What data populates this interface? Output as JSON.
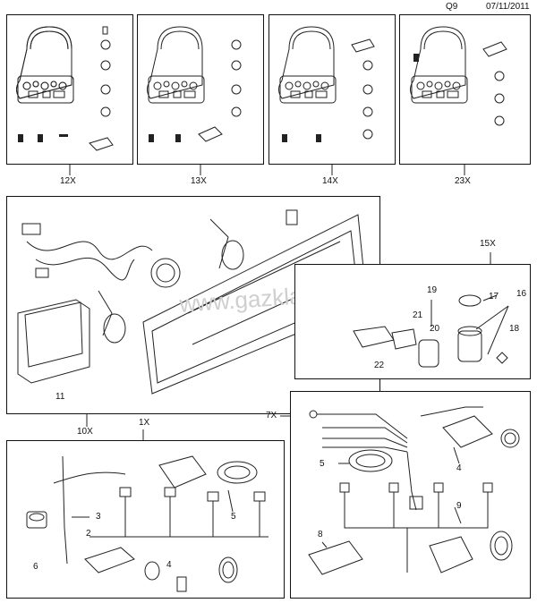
{
  "header": {
    "page_code": "Q9",
    "date": "07/11/2011"
  },
  "kits": [
    {
      "qty": "12X"
    },
    {
      "qty": "13X"
    },
    {
      "qty": "14X"
    },
    {
      "qty": "23X"
    }
  ],
  "plate_group": {
    "qty": "10X",
    "item_num": "11"
  },
  "socket_group": {
    "qty": "15X",
    "items": [
      "17",
      "16",
      "19",
      "21",
      "20",
      "18",
      "22"
    ]
  },
  "harness_left": {
    "qty": "1X",
    "items": [
      "3",
      "2",
      "5",
      "6",
      "4"
    ]
  },
  "harness_right": {
    "qty": "7X",
    "items": [
      "5",
      "4",
      "9",
      "8"
    ]
  },
  "watermark": "www.gazklad.ru"
}
